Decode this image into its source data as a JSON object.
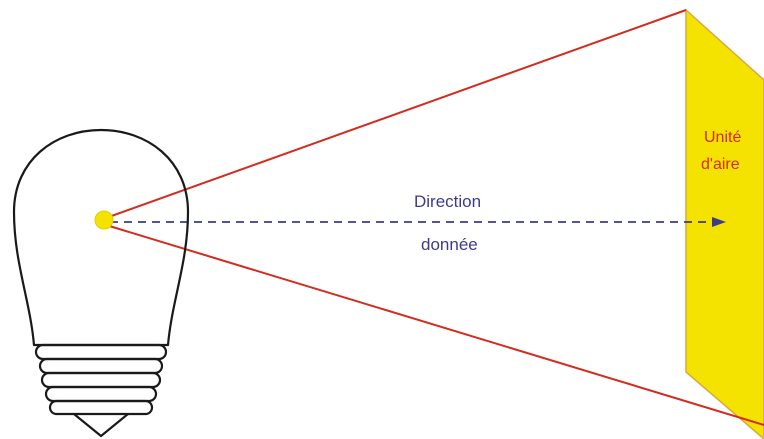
{
  "labels": {
    "direction_line1": "Direction",
    "direction_line2": "donnée",
    "area_line1": "Unité",
    "area_line2": "d'aire"
  },
  "colors": {
    "cone_lines": "#d52b1e",
    "unit_area_fill": "#f4e300",
    "unit_area_edge": "#d9a93a",
    "direction_arrow": "#3d3c8c",
    "light_source": "#f4e300",
    "bulb_outline": "#1a1a1a"
  }
}
